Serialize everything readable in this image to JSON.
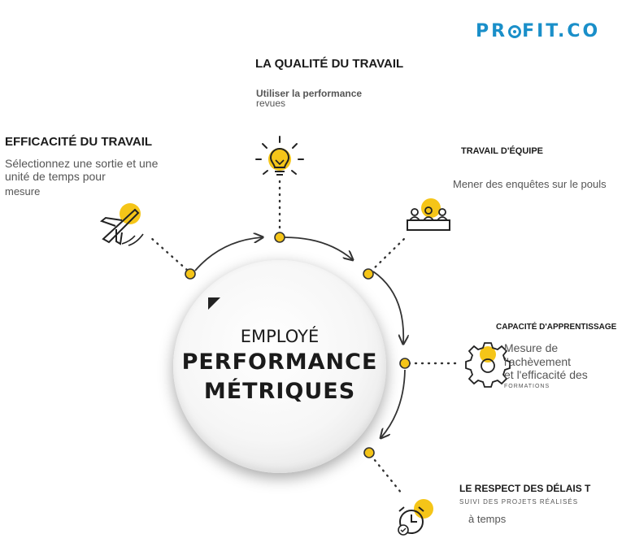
{
  "brand": {
    "pre": "PR",
    "post": "FIT.CO"
  },
  "center": {
    "line1": "EMPLOYÉ",
    "line2": "PERFORMANCE",
    "line3": "MÉTRIQUES"
  },
  "metrics": {
    "quality": {
      "title": "LA QUALITÉ DU TRAVAIL",
      "desc1": "Utiliser la performance",
      "desc2": "revues"
    },
    "efficiency": {
      "title": "EFFICACITÉ DU TRAVAIL",
      "desc1": "Sélectionnez une sortie et une",
      "desc2": "unité de temps pour",
      "desc3": "mesure"
    },
    "teamwork": {
      "title": "TRAVAIL D'ÉQUIPE",
      "desc1": "Mener des enquêtes sur le pouls"
    },
    "learning": {
      "title": "CAPACITÉ D'APPRENTISSAGE",
      "desc1": "Mesure de",
      "desc2": "l'achèvement",
      "desc3": "et l'efficacité des",
      "desc4": "FORMATIONS"
    },
    "deadlines": {
      "title": "LE RESPECT DES DÉLAIS T",
      "desc1": "SUIVI DES PROJETS RÉALISÉS",
      "desc2": "à temps"
    }
  },
  "colors": {
    "accent": "#f5c518",
    "brand": "#1a8fc9",
    "line": "#333333"
  },
  "icons": [
    "lightbulb-icon",
    "airplane-icon",
    "team-icon",
    "gear-icon",
    "alarm-clock-icon"
  ]
}
